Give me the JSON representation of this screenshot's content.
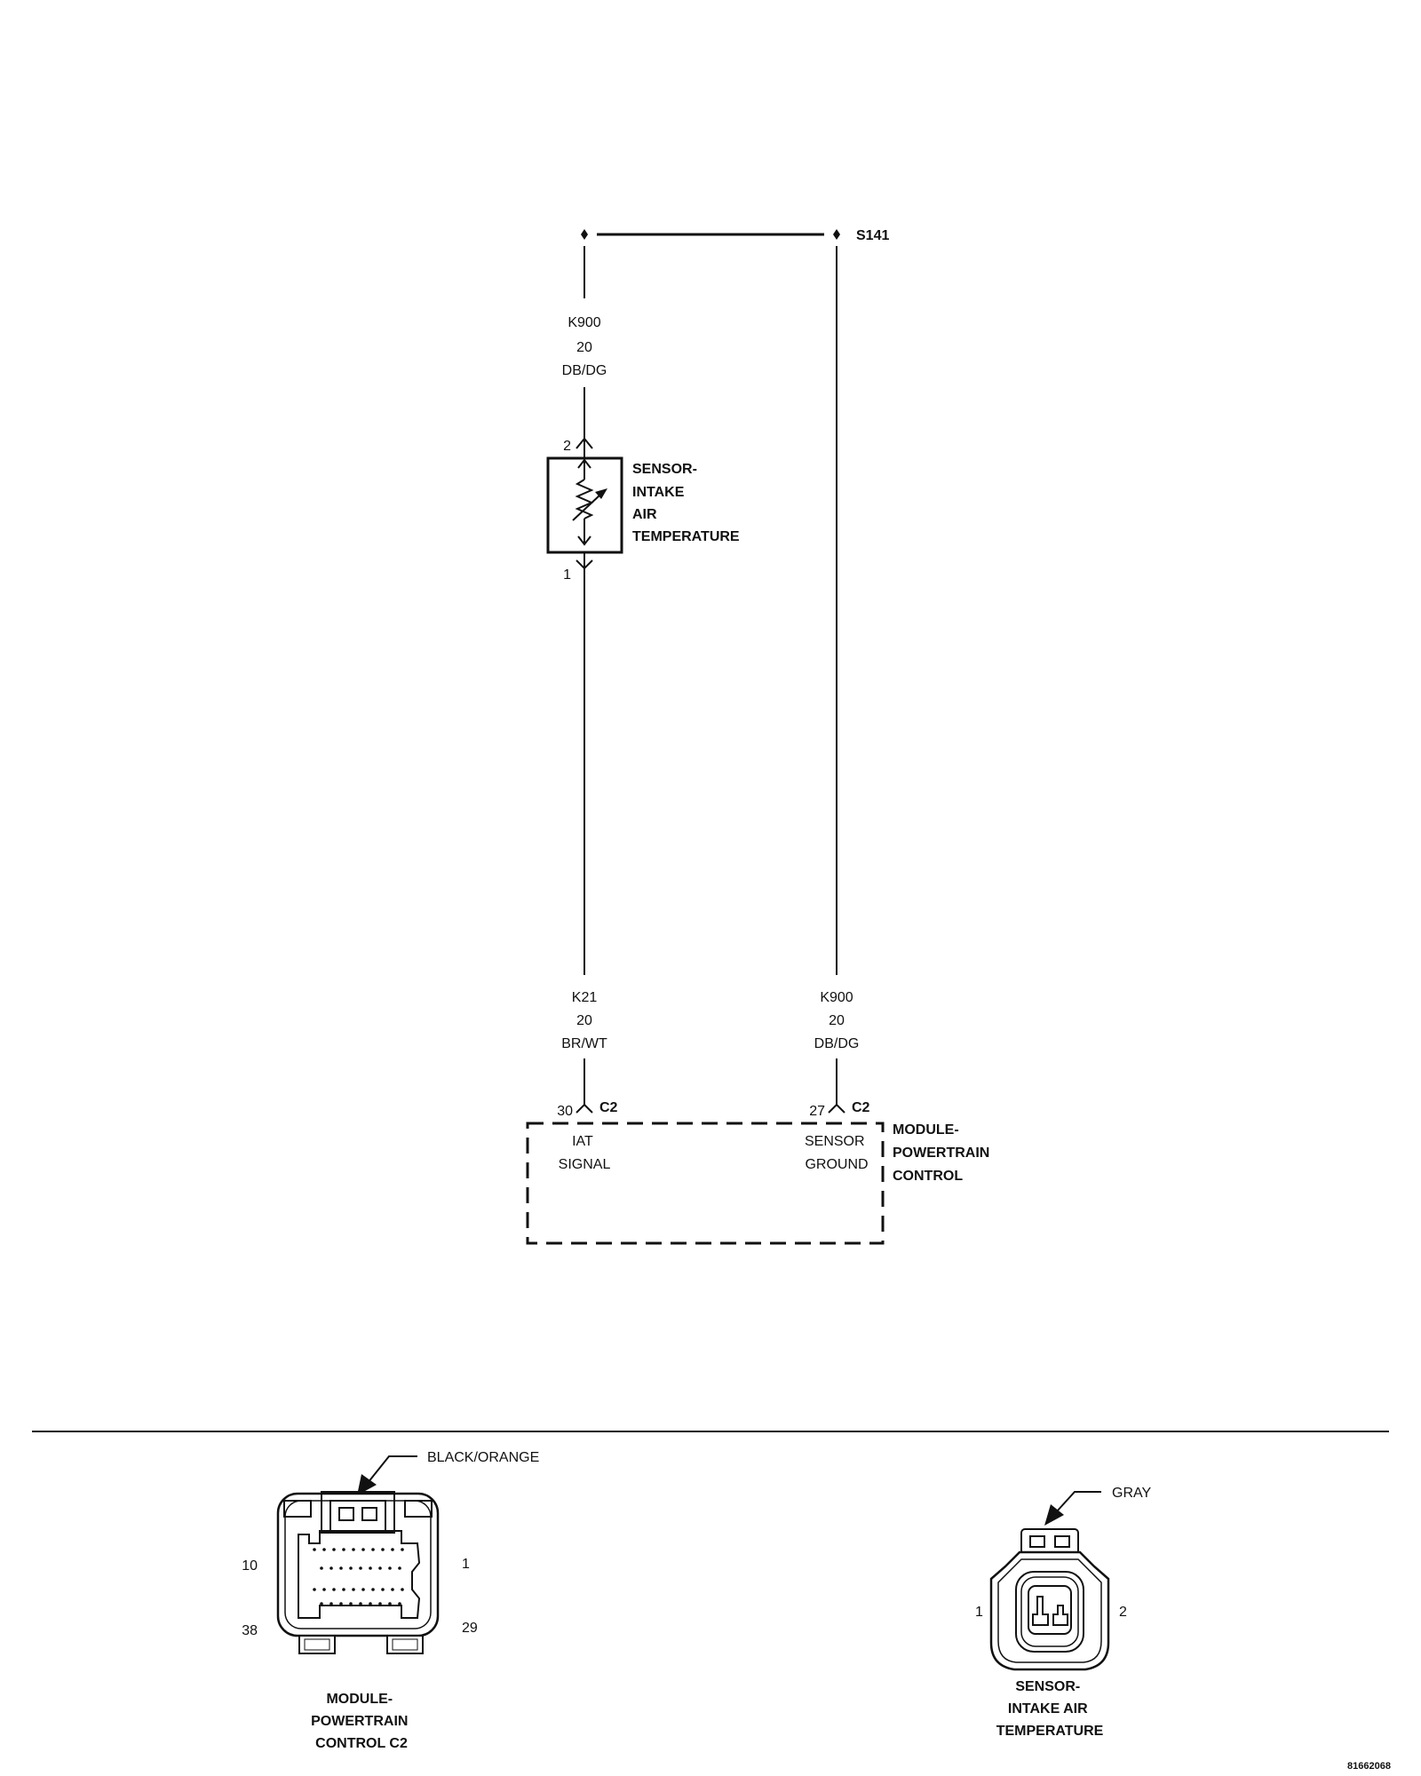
{
  "splice": {
    "id": "S141"
  },
  "wires": {
    "upper_left": {
      "circuit": "K900",
      "gauge": "20",
      "color": "DB/DG"
    },
    "lower_left": {
      "circuit": "K21",
      "gauge": "20",
      "color": "BR/WT"
    },
    "lower_right": {
      "circuit": "K900",
      "gauge": "20",
      "color": "DB/DG"
    }
  },
  "sensor": {
    "pin_top": "2",
    "pin_bottom": "1",
    "name_lines": [
      "SENSOR-",
      "INTAKE",
      "AIR",
      "TEMPERATURE"
    ]
  },
  "module": {
    "name_lines": [
      "MODULE-",
      "POWERTRAIN",
      "CONTROL"
    ],
    "pin_left": {
      "number": "30",
      "connector": "C2",
      "function_lines": [
        "IAT",
        "SIGNAL"
      ]
    },
    "pin_right": {
      "number": "27",
      "connector": "C2",
      "function_lines": [
        "SENSOR",
        "GROUND"
      ]
    }
  },
  "connector_views": {
    "pcm": {
      "color_label": "BLACK/ORANGE",
      "pin_labels": {
        "top_left": "10",
        "top_right": "1",
        "bottom_left": "38",
        "bottom_right": "29"
      },
      "title_lines": [
        "MODULE-",
        "POWERTRAIN",
        "CONTROL C2"
      ]
    },
    "sensor": {
      "color_label": "GRAY",
      "pin_labels": {
        "left": "1",
        "right": "2"
      },
      "title_lines": [
        "SENSOR-",
        "INTAKE AIR",
        "TEMPERATURE"
      ]
    }
  },
  "figure_number": "81662068"
}
